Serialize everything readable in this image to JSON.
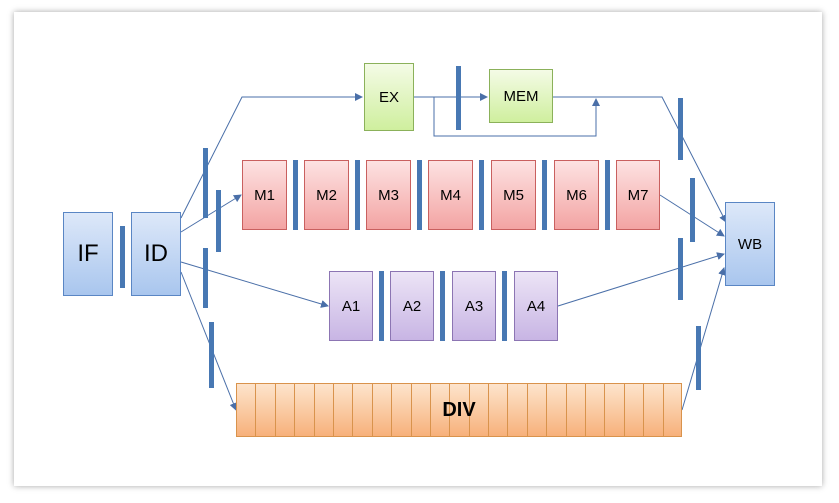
{
  "stages": {
    "if": "IF",
    "id": "ID",
    "ex": "EX",
    "mem": "MEM",
    "wb": "WB",
    "div": "DIV",
    "m": [
      "M1",
      "M2",
      "M3",
      "M4",
      "M5",
      "M6",
      "M7"
    ],
    "a": [
      "A1",
      "A2",
      "A3",
      "A4"
    ]
  },
  "colors": {
    "blue": "#a9c6ee",
    "green": "#cfef9e",
    "red": "#f3a4a3",
    "purple": "#c8b5e4",
    "orange": "#f7b17b",
    "register": "#4878b3",
    "wire": "#4a6fa8"
  }
}
